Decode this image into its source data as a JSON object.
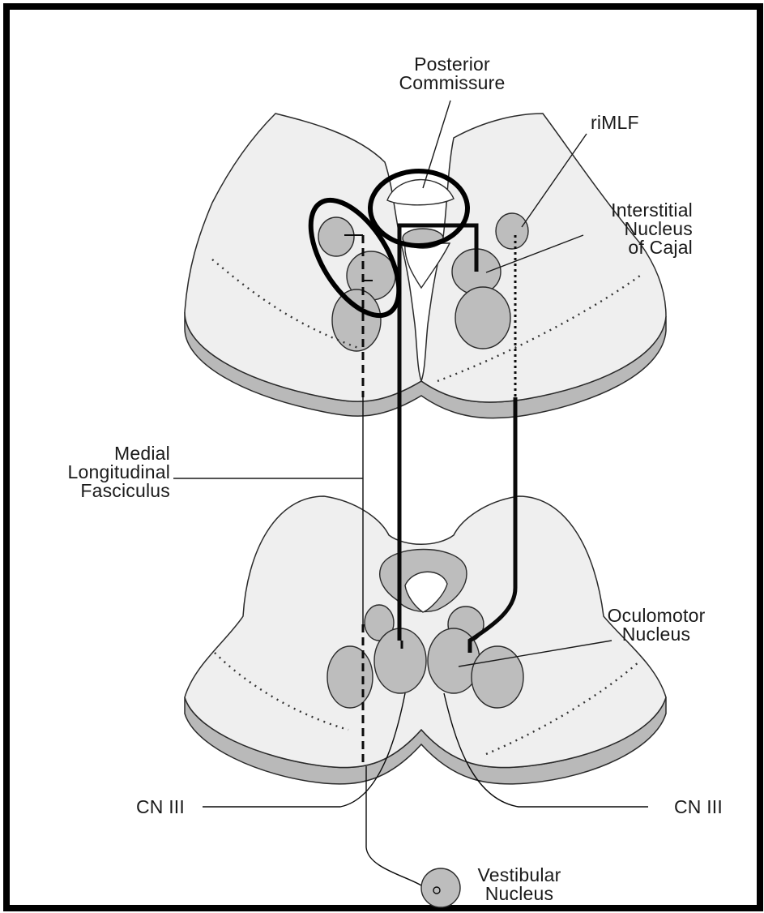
{
  "labels": {
    "posterior_commissure": "Posterior\nCommissure",
    "rimlf": "riMLF",
    "interstitial_nucleus": "Interstitial\nNucleus\nof Cajal",
    "mlf": "Medial\nLongitudinal\nFasciculus",
    "oculomotor_nucleus": "Oculomotor\nNucleus",
    "cn3_left": "CN III",
    "cn3_right": "CN III",
    "vestibular_nucleus": "Vestibular\nNucleus"
  },
  "colors": {
    "tissue": "#efefef",
    "tissue_band": "#b9b9b9",
    "nucleus": "#bdbdbd",
    "outline": "#2a2a2a",
    "pathway": "#0a0a0a",
    "frame": "#000000"
  },
  "icons": {
    "annotation_marks": "black-hand-drawn-ellipse"
  }
}
